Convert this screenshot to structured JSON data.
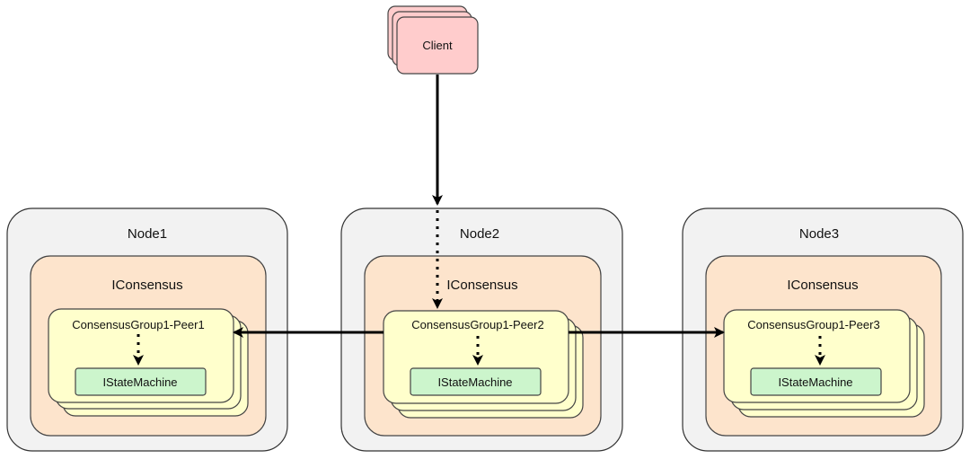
{
  "client": {
    "label": "Client"
  },
  "nodes": [
    {
      "label": "Node1",
      "consensus_label": "IConsensus",
      "peer_label": "ConsensusGroup1-Peer1",
      "state_machine_label": "IStateMachine"
    },
    {
      "label": "Node2",
      "consensus_label": "IConsensus",
      "peer_label": "ConsensusGroup1-Peer2",
      "state_machine_label": "IStateMachine"
    },
    {
      "label": "Node3",
      "consensus_label": "IConsensus",
      "peer_label": "ConsensusGroup1-Peer3",
      "state_machine_label": "IStateMachine"
    }
  ],
  "colors": {
    "node_fill": "#f2f2f2",
    "node_stroke": "#333333",
    "consensus_fill": "#fde4cc",
    "consensus_stroke": "#444444",
    "peer_fill": "#ffffcc",
    "peer_stroke": "#444444",
    "state_machine_fill": "#ccf5cc",
    "state_machine_stroke": "#444444",
    "client_fill": "#ffcccc",
    "client_stroke": "#444444",
    "arrow": "#000000"
  }
}
